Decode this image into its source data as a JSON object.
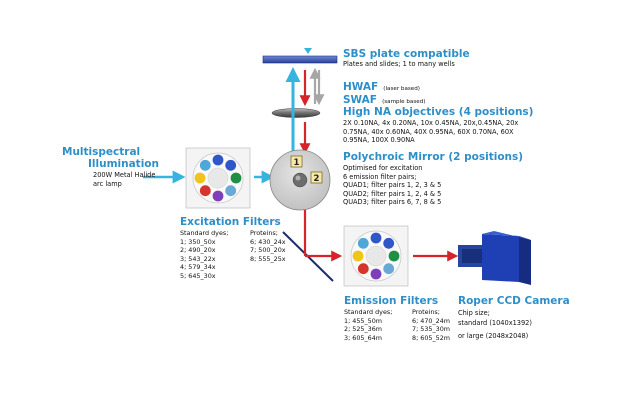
{
  "labels": {
    "sbs_title": "SBS plate compatible",
    "sbs_sub": "Plates and slides; 1 to many wells",
    "hwaf_title": "HWAF",
    "hwaf_note": "(laser based)",
    "swaf_title": "SWAF",
    "swaf_note": "(sample based)",
    "objectives_title": "High NA objectives (4 positions)",
    "objectives_lines": [
      "2X 0.10NA, 4x 0.20NA, 10x 0.45NA, 20x,0.45NA, 20x",
      "0.75NA, 40x 0.60NA, 40X 0.95NA, 60X 0.70NA, 60X",
      "0.95NA, 100X 0.90NA"
    ],
    "illum_title_1": "Multispectral",
    "illum_title_2": "Illumination",
    "illum_sub_1": "200W Metal Halide",
    "illum_sub_2": "arc lamp",
    "polychroic_title": "Polychroic Mirror (2 positions)",
    "polychroic_lines": [
      "Optimised for excitation",
      "6 emission filter pairs;",
      "QUAD1; filter pairs 1, 2, 3 & 5",
      "QUAD2; filter pairs 1, 2, 4 & 5",
      "QUAD3; filter pairs 6, 7, 8 & 5"
    ],
    "mirror_pos_1": "1",
    "mirror_pos_2": "2",
    "excitation_title": "Excitation Filters",
    "emission_title": "Emission Filters",
    "camera_title": "Roper CCD Camera",
    "camera_lines": [
      "Chip size;",
      "standard (1040x1392)",
      "or large (2048x2048)"
    ]
  },
  "excitation_table": {
    "headers": [
      "Standard dyes;",
      "Proteins;"
    ],
    "rows": [
      [
        "1; 350_50x",
        "6; 430_24x"
      ],
      [
        "2; 490_20x",
        "7; 500_20x"
      ],
      [
        "3; 543_22x",
        "8; 555_25x"
      ],
      [
        "4; 579_34x",
        ""
      ],
      [
        "5; 645_30x",
        ""
      ]
    ]
  },
  "emission_table": {
    "headers": [
      "Standard dyes;",
      "Proteins;"
    ],
    "rows": [
      [
        "1; 455_50m",
        "6; 470_24m"
      ],
      [
        "2; 525_36m",
        "7; 535_30m"
      ],
      [
        "3; 605_64m",
        "8; 605_52m"
      ]
    ]
  },
  "colors": {
    "heading": "#2e8fc8",
    "arrow_cyan": "#37b3e0",
    "arrow_red": "#d8232a",
    "arrow_gray": "#a6a6a6",
    "camera": "#1f3fb4",
    "filter_slots": [
      "#2f57c8",
      "#2f57c8",
      "#1f8f46",
      "#6aa8d8",
      "#7e3fb8",
      "#d4352d",
      "#f0c419",
      "#4fa6d8"
    ]
  }
}
